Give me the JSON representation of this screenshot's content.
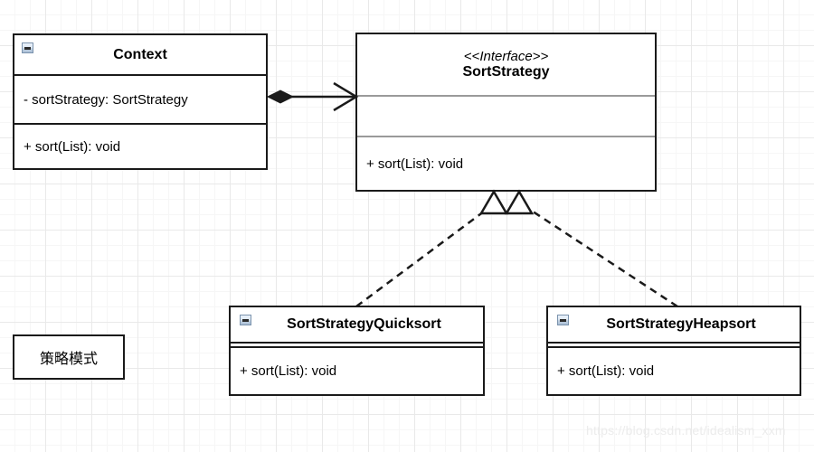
{
  "diagram": {
    "kind": "uml-class-diagram",
    "pattern_label": "策略模式",
    "watermark": "https://blog.csdn.net/idealism_xxm",
    "colors": {
      "line": "#1a1a1a",
      "separator_gray": "#9a9a9a",
      "background": "#ffffff",
      "grid_minor": "#f6f6f6",
      "grid_major": "#e9e9e9",
      "watermark": "#ececec"
    }
  },
  "classes": {
    "context": {
      "name": "Context",
      "stereotype": "",
      "collapse_icon": "minus-box-icon",
      "attributes": [
        "- sortStrategy: SortStrategy"
      ],
      "methods": [
        "+ sort(List): void"
      ]
    },
    "sort_strategy": {
      "stereotype": "<<Interface>>",
      "name": "SortStrategy",
      "attributes": [],
      "methods": [
        "+ sort(List): void"
      ]
    },
    "quicksort": {
      "name": "SortStrategyQuicksort",
      "collapse_icon": "minus-box-icon",
      "attributes": [],
      "methods": [
        "+ sort(List): void"
      ]
    },
    "heapsort": {
      "name": "SortStrategyHeapsort",
      "collapse_icon": "minus-box-icon",
      "attributes": [],
      "methods": [
        "+ sort(List): void"
      ]
    }
  },
  "relationships": [
    {
      "id": "composition",
      "type": "composition",
      "from": "Context",
      "to": "SortStrategy",
      "source_decoration": "filled-diamond",
      "target_decoration": "open-arrow",
      "line_style": "solid"
    },
    {
      "id": "realization-quicksort",
      "type": "realization",
      "from": "SortStrategyQuicksort",
      "to": "SortStrategy",
      "target_decoration": "hollow-triangle",
      "line_style": "dashed"
    },
    {
      "id": "realization-heapsort",
      "type": "realization",
      "from": "SortStrategyHeapsort",
      "to": "SortStrategy",
      "target_decoration": "hollow-triangle",
      "line_style": "dashed"
    }
  ]
}
